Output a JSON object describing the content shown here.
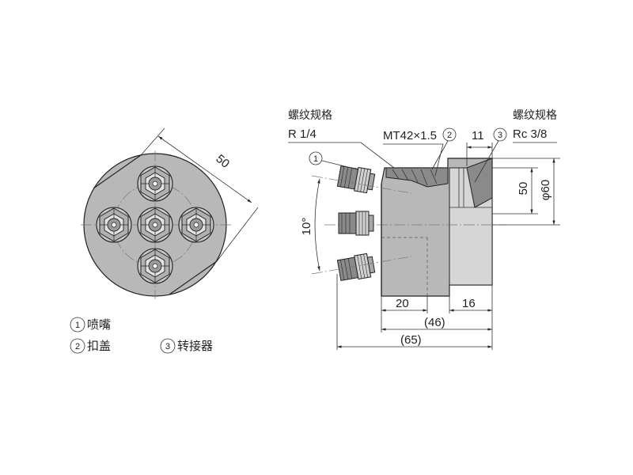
{
  "labels": {
    "thread_spec_left": "螺纹规格",
    "thread_left_value": "R 1/4",
    "thread_spec_right": "螺纹规格",
    "thread_right_value": "Rc 3/8",
    "cap_thread": "MT42×1.5"
  },
  "callouts": {
    "c1": "1",
    "c2": "2",
    "c3": "3"
  },
  "dimensions": {
    "d50_diag": "50",
    "d10deg": "10°",
    "d11": "11",
    "d50_right": "50",
    "d60": "φ60",
    "d20": "20",
    "d16": "16",
    "d46": "(46)",
    "d65": "(65)"
  },
  "legend": {
    "item1": "喷嘴",
    "item2": "扣盖",
    "item3": "转接器"
  },
  "colors": {
    "body": "#b8b8b8",
    "nozzle_dark": "#8a8a8a",
    "line": "#222222"
  }
}
